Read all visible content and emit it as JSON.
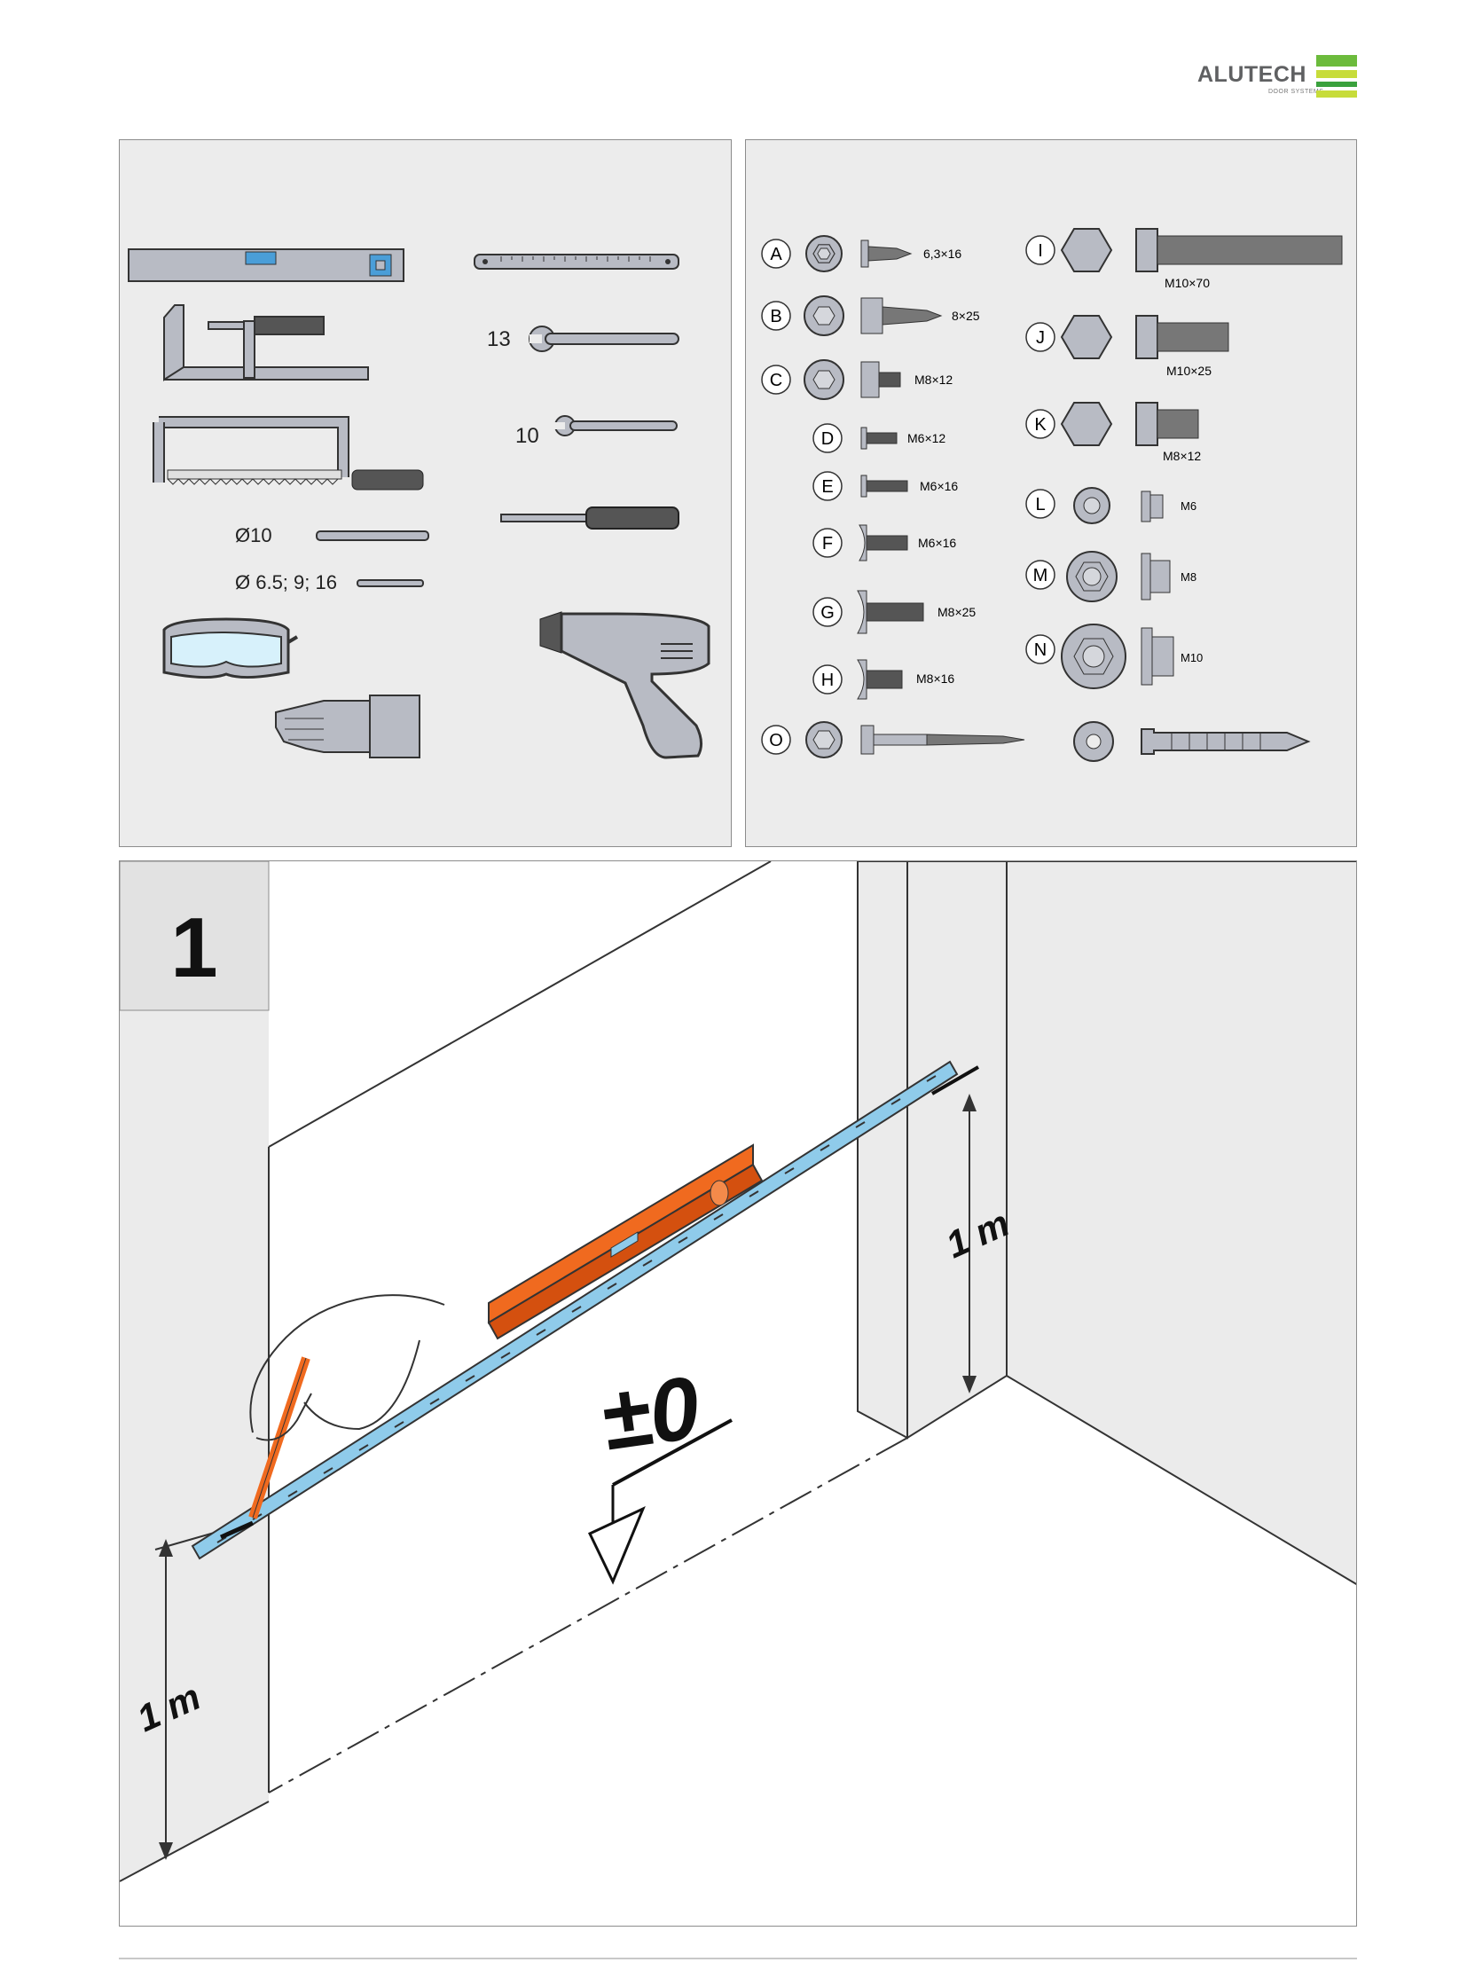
{
  "brand": {
    "name": "ALUTECH",
    "tagline": "DOOR SYSTEMS",
    "colors": {
      "green_top": "#6cbb3c",
      "green_mid": "#c7dc3a",
      "green_low": "#3aa13d",
      "gray": "#5f6062"
    }
  },
  "tools": {
    "spanner_13": "13",
    "spanner_10": "10",
    "drill_bit_large": "Ø10",
    "drill_bit_small": "Ø 6.5; 9; 16",
    "icons": [
      "spirit-level-icon",
      "clamp-icon",
      "hacksaw-icon",
      "drill-bit-icon",
      "goggles-icon",
      "gloves-icon",
      "ruler-icon",
      "spanner-icon",
      "screwdriver-icon",
      "drill-icon"
    ]
  },
  "fasteners": {
    "left": [
      {
        "letter": "A",
        "size": "6,3×16"
      },
      {
        "letter": "B",
        "size": "8×25"
      },
      {
        "letter": "C",
        "size": "M8×12"
      },
      {
        "letter": "D",
        "size": "M6×12"
      },
      {
        "letter": "E",
        "size": "M6×16"
      },
      {
        "letter": "F",
        "size": "M6×16"
      },
      {
        "letter": "G",
        "size": "M8×25"
      },
      {
        "letter": "H",
        "size": "M8×16"
      },
      {
        "letter": "O",
        "size": ""
      }
    ],
    "right": [
      {
        "letter": "I",
        "size": "M10×70"
      },
      {
        "letter": "J",
        "size": "M10×25"
      },
      {
        "letter": "K",
        "size": "M8×12"
      },
      {
        "letter": "L",
        "size": "M6"
      },
      {
        "letter": "M",
        "size": "M8"
      },
      {
        "letter": "N",
        "size": "M10"
      }
    ]
  },
  "step": {
    "number": "1",
    "height_label_right": "1 m",
    "height_label_left": "1 m",
    "level_mark": "±0",
    "colors": {
      "spirit_level": "#f06a1f",
      "rail": "#8fcbea",
      "wall": "#ebebeb"
    }
  }
}
